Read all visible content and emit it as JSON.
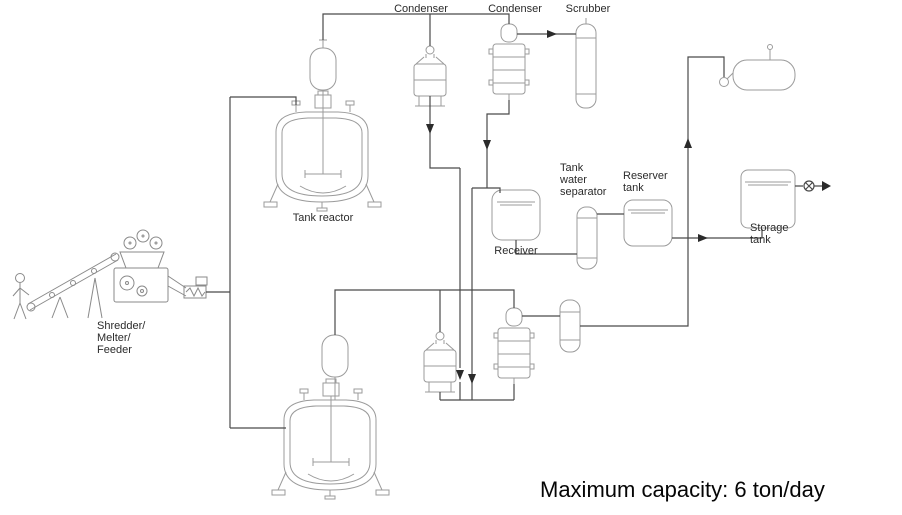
{
  "diagram": {
    "caption": "Maximum capacity: 6 ton/day",
    "labels": {
      "condenser_1": "Condenser",
      "condenser_2": "Condenser",
      "scrubber": "Scrubber",
      "tank_reactor": "Tank reactor",
      "receiver": "Receiver",
      "tank_water_separator": "Tank\nwater\nseparator",
      "reserver_tank": "Reserver\ntank",
      "storage_tank": "Storage\ntank",
      "shredder_melter_feeder": "Shredder/\nMelter/\nFeeder"
    },
    "colors": {
      "equipment_line": "#9b9b9b",
      "flow_line": "#4a4a4a",
      "arrow": "#2b2b2b",
      "label_text": "#2b2b2b",
      "caption_text": "#050505",
      "background": "#ffffff"
    }
  }
}
